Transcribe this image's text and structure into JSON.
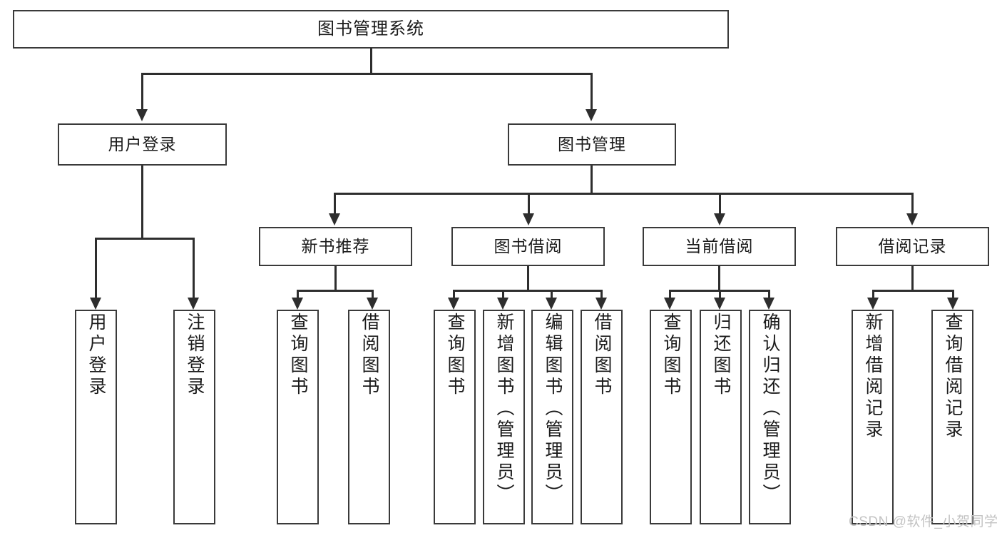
{
  "diagram": {
    "title": "图书管理系统",
    "levels": {
      "root": {
        "label": "图书管理系统"
      },
      "level2": [
        {
          "label": "用户登录"
        },
        {
          "label": "图书管理"
        }
      ],
      "level3": [
        {
          "label": "新书推荐"
        },
        {
          "label": "图书借阅"
        },
        {
          "label": "当前借阅"
        },
        {
          "label": "借阅记录"
        }
      ],
      "leaves": {
        "user_login": [
          {
            "label": "用户登录"
          },
          {
            "label": "注销登录"
          }
        ],
        "new_book_recommend": [
          {
            "label": "查询图书"
          },
          {
            "label": "借阅图书"
          }
        ],
        "book_borrow": [
          {
            "label": "查询图书"
          },
          {
            "label": "新增图书（管理员）"
          },
          {
            "label": "编辑图书（管理员）"
          },
          {
            "label": "借阅图书"
          }
        ],
        "current_borrow": [
          {
            "label": "查询图书"
          },
          {
            "label": "归还图书"
          },
          {
            "label": "确认归还（管理员）"
          }
        ],
        "borrow_record": [
          {
            "label": "新增借阅记录"
          },
          {
            "label": "查询借阅记录"
          }
        ]
      }
    },
    "watermark": "CSDN @软件_小贺同学",
    "colors": {
      "box_border": "#3a3a3a",
      "connector": "#2e2e2e",
      "text": "#1b1b1b",
      "background": "#ffffff",
      "watermark": "#c3c3c3"
    }
  }
}
